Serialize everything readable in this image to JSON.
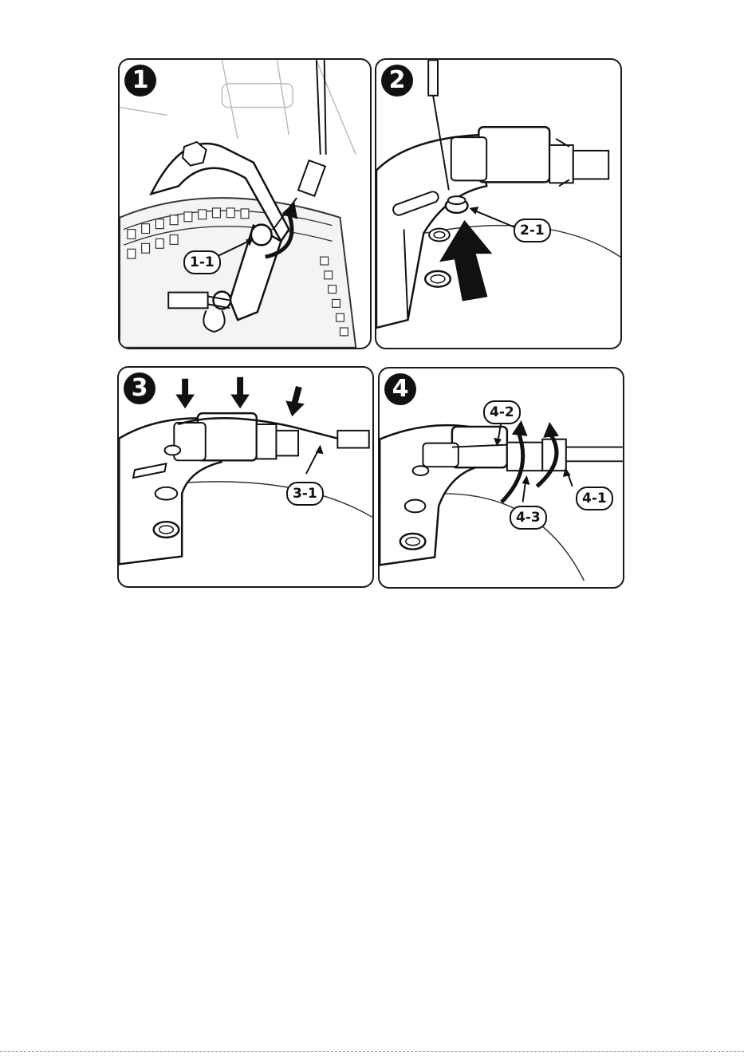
{
  "colors": {
    "ink": "#111111",
    "line": "#555555",
    "faint": "#bbbbbb",
    "paper": "#ffffff"
  },
  "panels": [
    {
      "step": "1",
      "callouts": [
        "1-1"
      ]
    },
    {
      "step": "2",
      "callouts": [
        "2-1"
      ]
    },
    {
      "step": "3",
      "callouts": [
        "3-1"
      ]
    },
    {
      "step": "4",
      "callouts": [
        "4-2",
        "4-3",
        "4-1"
      ]
    }
  ]
}
